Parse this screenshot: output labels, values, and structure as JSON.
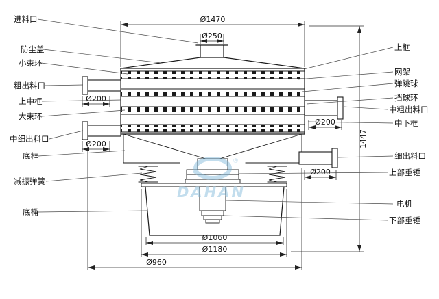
{
  "drawing": {
    "labels_left": [
      "进料口",
      "防尘盖",
      "小束环",
      "粗出料口",
      "上中框",
      "大束环",
      "中细出料口",
      "底框",
      "减振弹簧",
      "底桶"
    ],
    "labels_right": [
      "上框",
      "网架",
      "弹跳球",
      "挡球环",
      "中粗出料口",
      "中下框",
      "细出料口",
      "上部重锤",
      "电机",
      "下部重锤"
    ],
    "dims": {
      "top_diameter": "Ø1470",
      "inlet_diameter": "Ø250",
      "outlet_diameter": "Ø200",
      "total_height": "1447",
      "base_upper_diameter": "Ø1060",
      "flange_diameter": "Ø1180",
      "base_lower_diameter": "Ø960"
    },
    "watermark": {
      "brand": "DAHAN",
      "registered": "®"
    },
    "line_color": "#1a1a1a",
    "watermark_color": "#7ab5d8"
  }
}
